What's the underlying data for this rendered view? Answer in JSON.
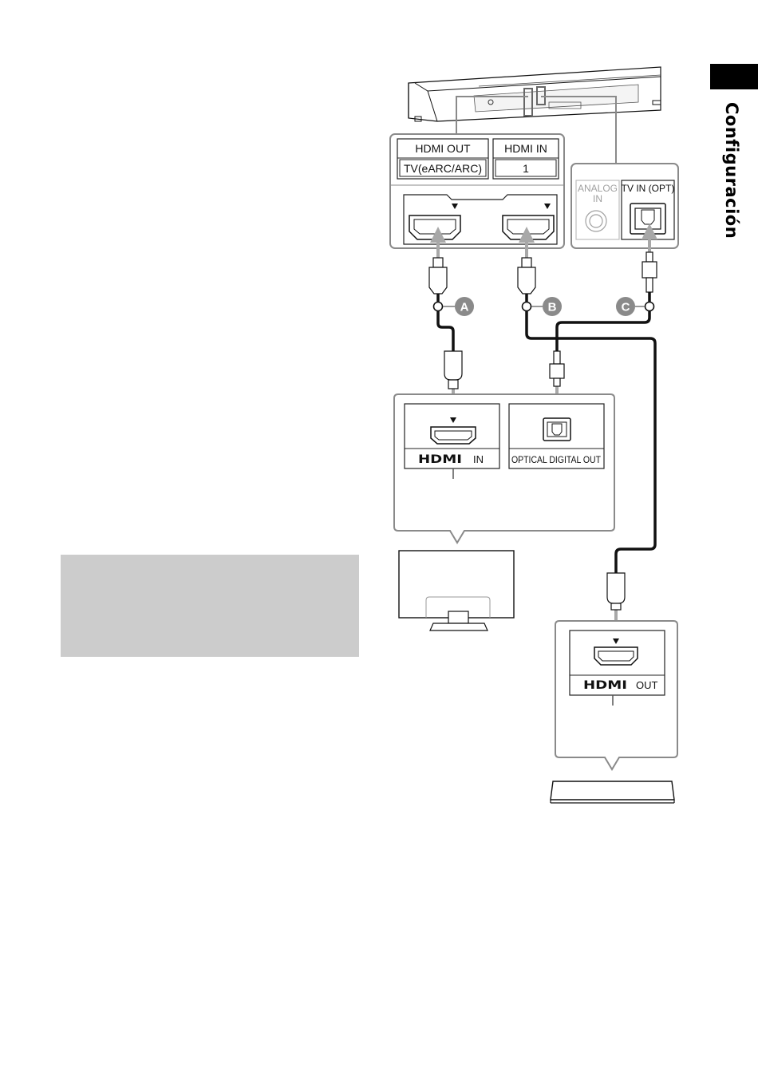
{
  "section_tab": {
    "label": "Configuración"
  },
  "soundbar_panel": {
    "hdmi_out": {
      "label": "HDMI OUT",
      "sublabel": "TV(eARC/ARC)"
    },
    "hdmi_in": {
      "label": "HDMI IN",
      "sublabel": "1"
    }
  },
  "analog_panel": {
    "analog_in": {
      "label_line1": "ANALOG",
      "label_line2": "IN"
    },
    "tv_in_opt": {
      "label": "TV IN (OPT)"
    }
  },
  "cables": [
    {
      "marker": "A"
    },
    {
      "marker": "B"
    },
    {
      "marker": "C"
    }
  ],
  "tv_panel": {
    "hdmi_in": {
      "logo": "HDMI",
      "label": "IN"
    },
    "optical_out": {
      "label": "OPTICAL DIGITAL OUT"
    }
  },
  "player_panel": {
    "hdmi_out": {
      "logo": "HDMI",
      "label": "OUT"
    }
  },
  "colors": {
    "cable": "#111111",
    "arrow": "#a8a8a8",
    "frame": "#8a8a8a",
    "note_box": "#cccccc",
    "tab": "#000000"
  },
  "icons": [
    "soundbar-illustration",
    "hdmi-port-icon",
    "optical-port-icon",
    "analog-jack-icon",
    "hdmi-plug-icon",
    "optical-plug-icon",
    "tv-icon",
    "blu-ray-player-icon"
  ]
}
